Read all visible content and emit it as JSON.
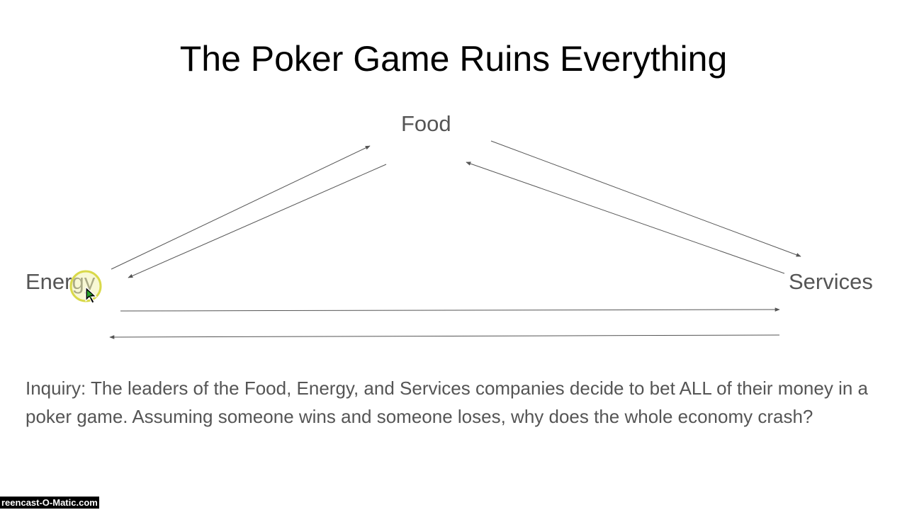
{
  "slide": {
    "title": "The Poker Game Ruins Everything",
    "nodes": {
      "food": "Food",
      "energy": "Energy",
      "services": "Services"
    },
    "inquiry": "Inquiry: The leaders of the Food, Energy, and Services companies decide to bet ALL of their money in a poker game.  Assuming someone wins and someone loses, why does the whole economy crash?"
  },
  "recording": {
    "watermark": "reencast-O-Matic.com"
  },
  "colors": {
    "title_text": "#000000",
    "body_text": "#555555",
    "arrow": "#555555",
    "cursor_highlight": "#e8e85a"
  }
}
